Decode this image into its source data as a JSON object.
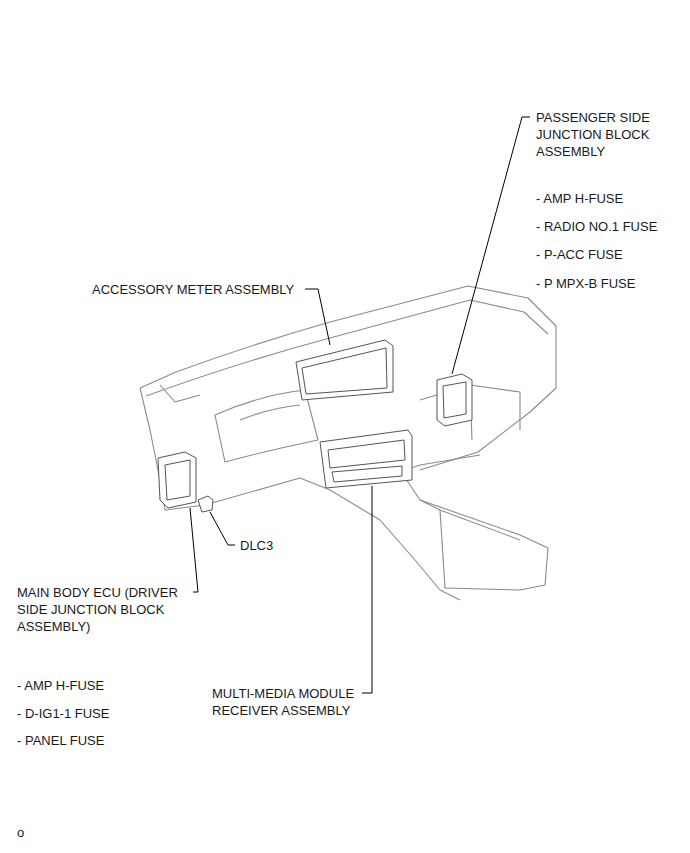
{
  "diagram": {
    "labels": [
      "PASSENGER SIDE JUNCTION BLOCK ASSEMBLY",
      "- AMP H-FUSE",
      "- RADIO NO.1 FUSE",
      "- P-ACC FUSE",
      "- P MPX-B FUSE",
      "ACCESSORY METER ASSEMBLY",
      "DLC3",
      "MAIN BODY ECU (DRIVER SIDE JUNCTION BLOCK ASSEMBLY)",
      "- AMP H-FUSE",
      "- D-IG1-1 FUSE",
      "- PANEL FUSE",
      "MULTI-MEDIA MODULE RECEIVER ASSEMBLY",
      "o"
    ]
  }
}
